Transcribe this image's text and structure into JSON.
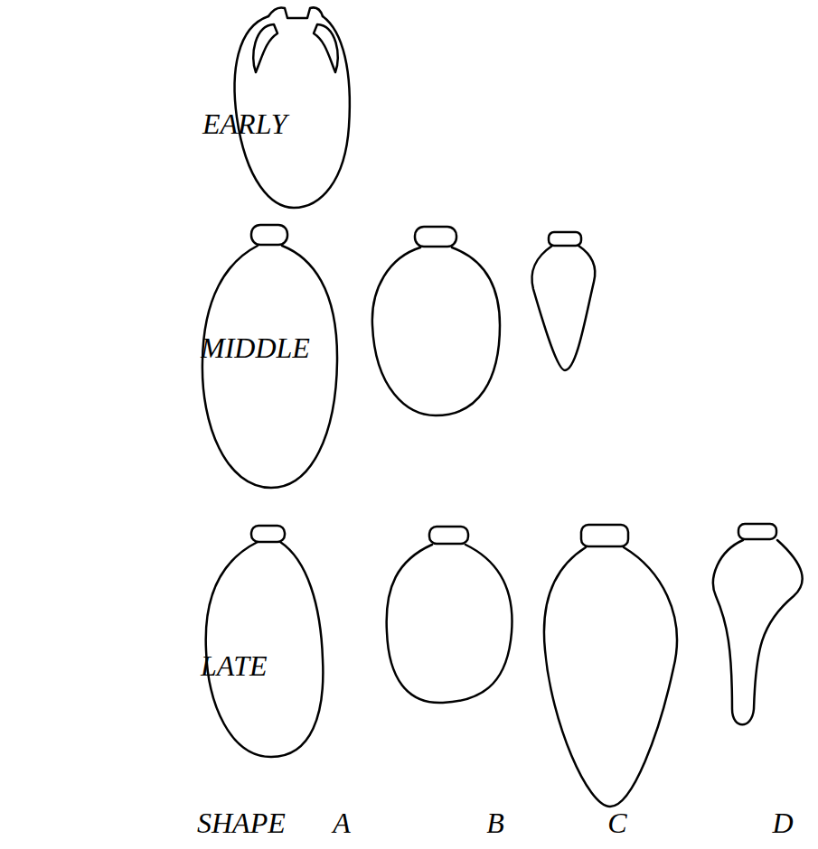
{
  "diagram": {
    "labels": [
      "EARLY",
      "MIDDLE",
      "LATE",
      "SHAPE",
      "A",
      "B",
      "C",
      "D"
    ]
  }
}
